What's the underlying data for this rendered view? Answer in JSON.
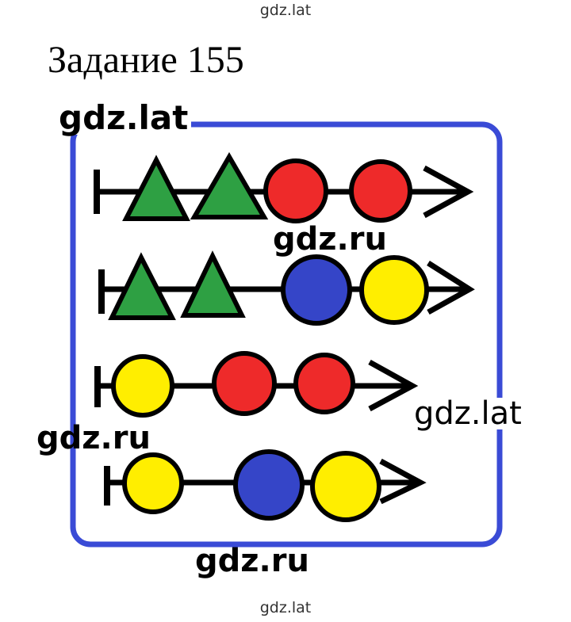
{
  "watermark_top": "gdz.lat",
  "watermark_bottom": "gdz.lat",
  "title": "Задание 155",
  "overlay_watermarks": {
    "lat_1": "gdz.lat",
    "ru_1": "gdz.ru",
    "lat_2": "gdz.lat",
    "ru_2": "gdz.ru",
    "ru_3": "gdz.ru"
  },
  "colors": {
    "frame": "#3a4bd6",
    "triangle": "#2ea043",
    "red": "#ee2a2a",
    "blue": "#3545c8",
    "yellow": "#ffee00",
    "stroke": "#000000"
  },
  "rows": [
    {
      "name": "row-1",
      "shapes": [
        "triangle",
        "triangle",
        "red-circle",
        "red-circle"
      ]
    },
    {
      "name": "row-2",
      "shapes": [
        "triangle",
        "triangle",
        "blue-circle",
        "yellow-circle"
      ]
    },
    {
      "name": "row-3",
      "shapes": [
        "yellow-circle",
        "red-circle",
        "red-circle"
      ]
    },
    {
      "name": "row-4",
      "shapes": [
        "yellow-circle",
        "blue-circle",
        "yellow-circle"
      ]
    }
  ]
}
